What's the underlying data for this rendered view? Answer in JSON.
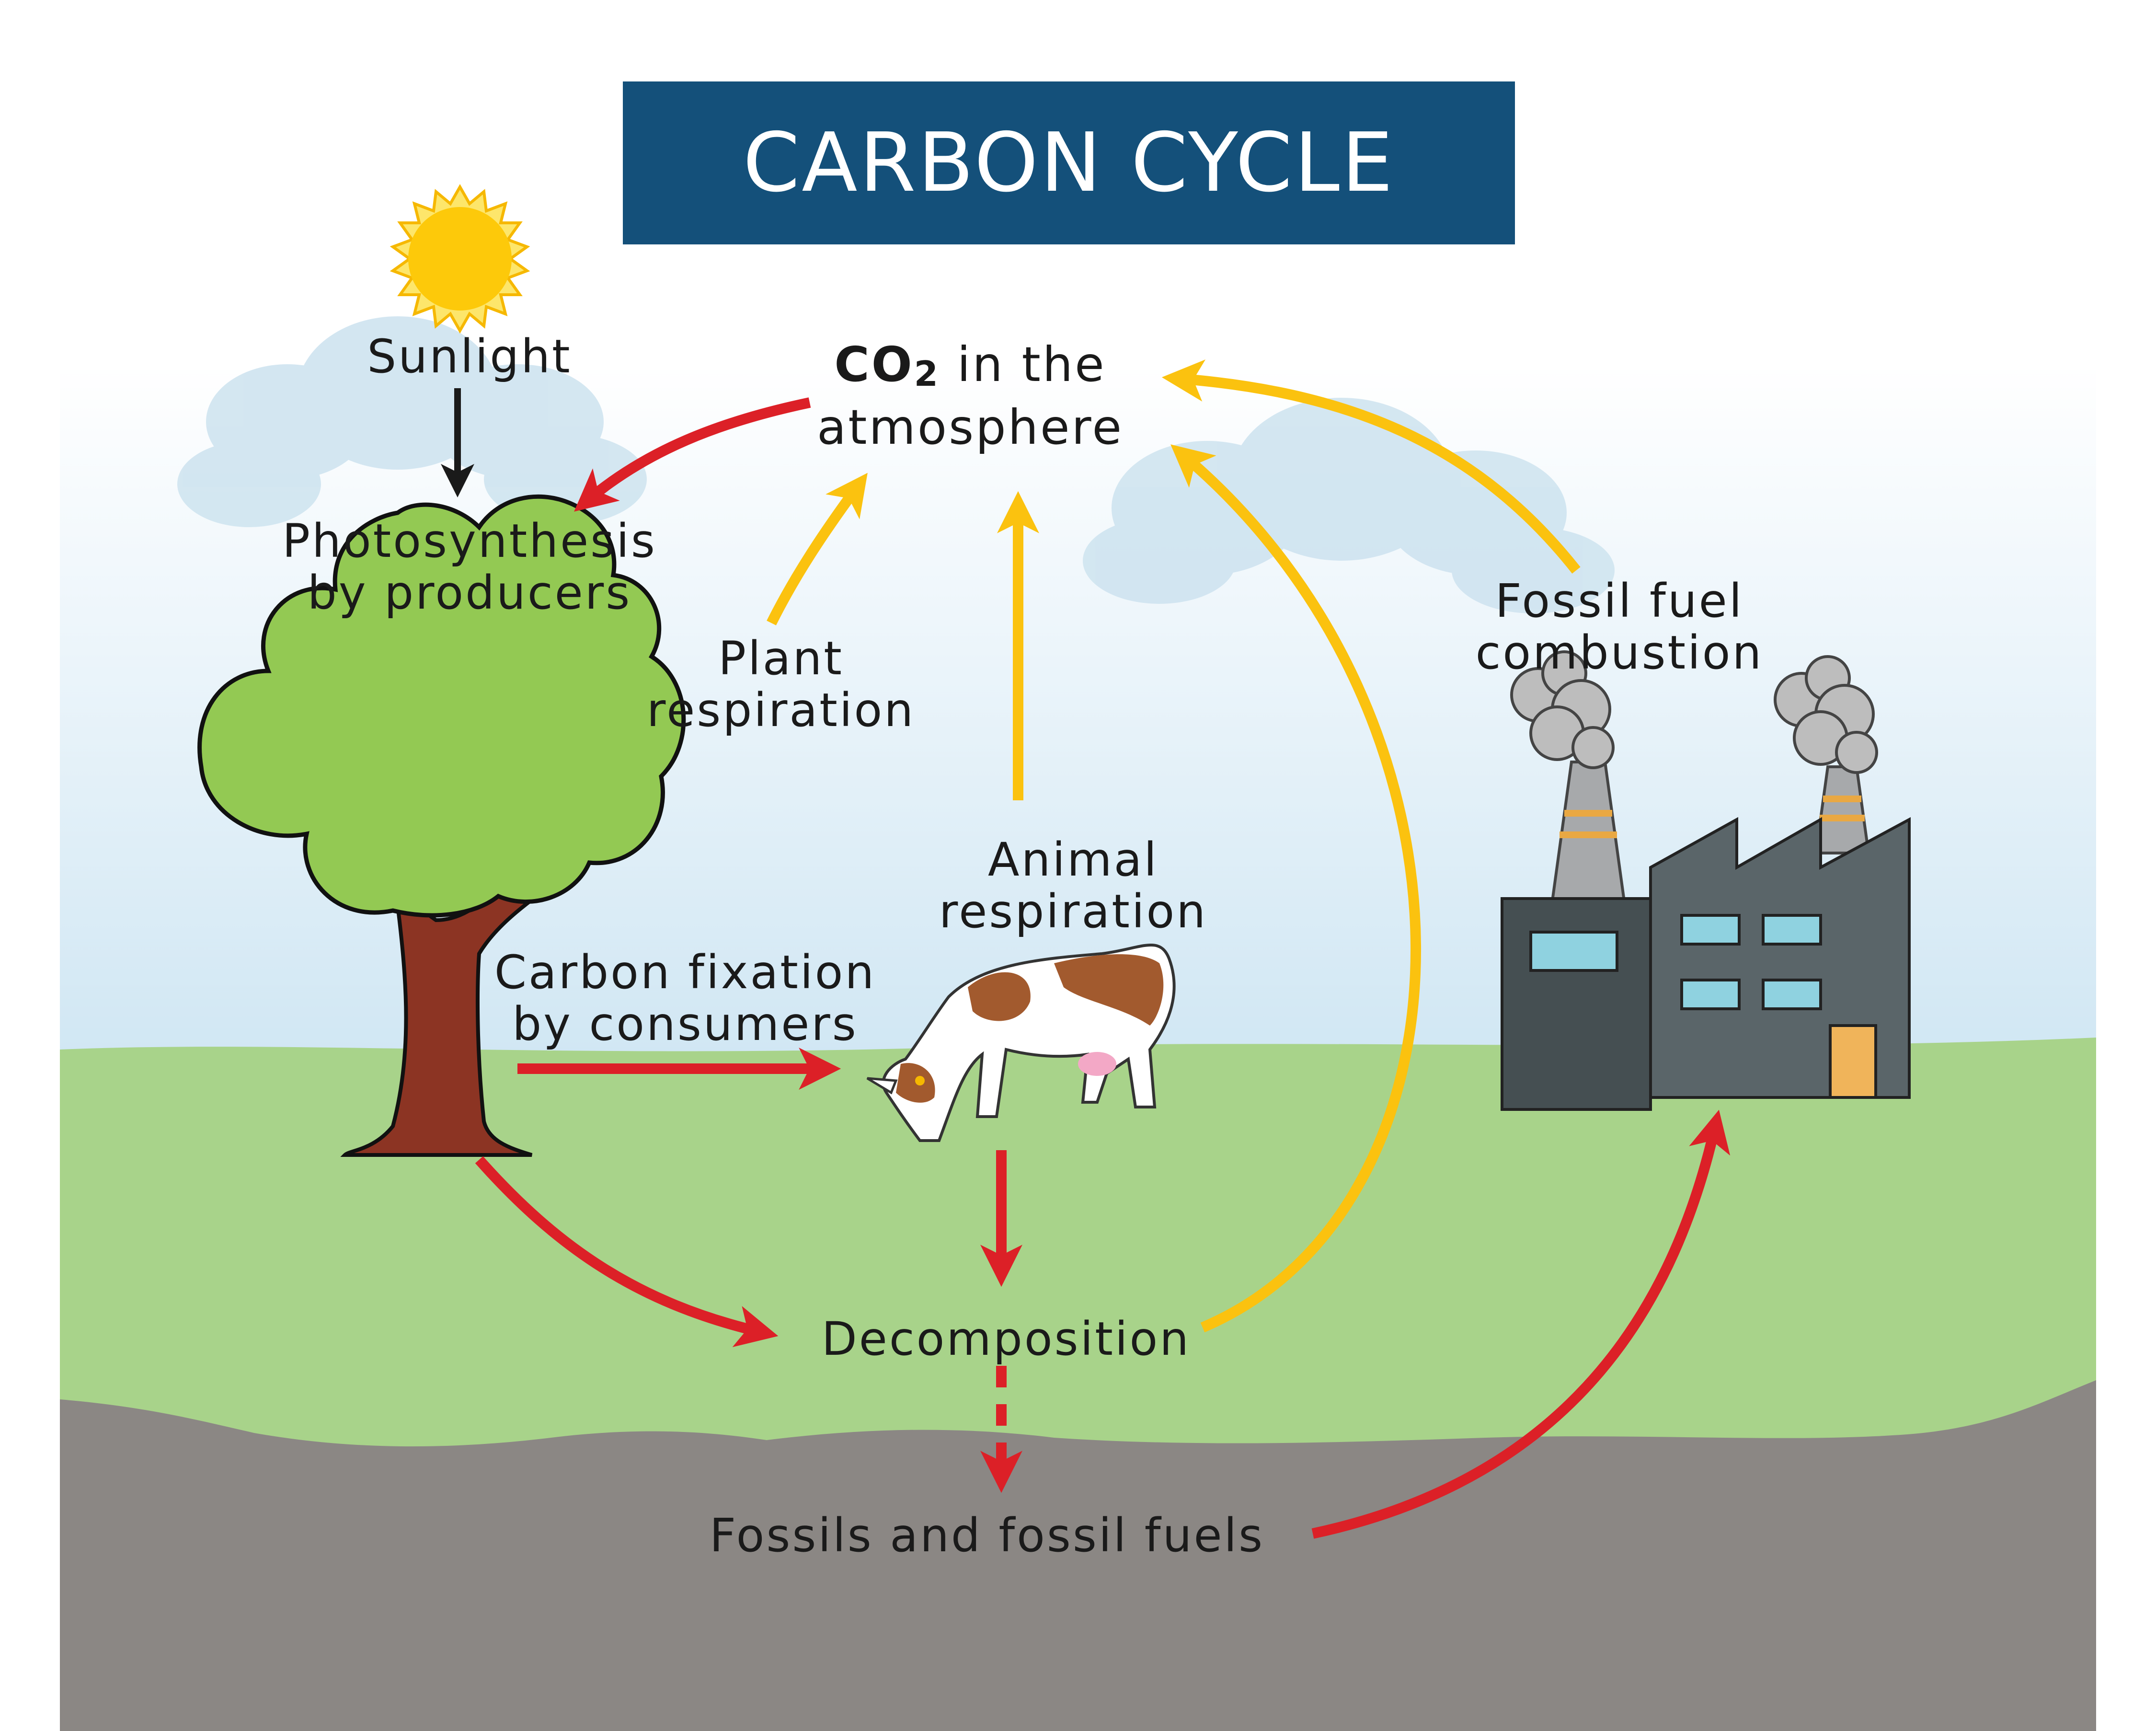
{
  "title": "CARBON CYCLE",
  "labels": {
    "sunlight": "Sunlight",
    "co2_line1_main": "CO",
    "co2_line1_sub": "2",
    "co2_line1_rest": " in the",
    "co2_line2": "atmosphere",
    "photosynthesis_line1": "Photosynthesis",
    "photosynthesis_line2": "by producers",
    "plant_resp_line1": "Plant",
    "plant_resp_line2": "respiration",
    "animal_resp_line1": "Animal",
    "animal_resp_line2": "respiration",
    "fixation_line1": "Carbon fixation",
    "fixation_line2": "by consumers",
    "fossil_comb_line1": "Fossil fuel",
    "fossil_comb_line2": "combustion",
    "decomposition": "Decomposition",
    "fossils": "Fossils and fossil fuels"
  },
  "colors": {
    "title_bg": "#14507a",
    "red_arrow": "#dc2027",
    "yellow_arrow": "#fbc20f",
    "black_arrow": "#1a1a1a",
    "ground": "#8b8784",
    "grass": "#a8d38a",
    "sky": "#d8ebf5",
    "tree_leaves": "#93c953",
    "tree_trunk": "#8c3423",
    "factory": "#505b5e",
    "window": "#8fd2e0",
    "door": "#f0b45a",
    "sun": "#fdc90a"
  },
  "icons": [
    "sun-icon",
    "cloud-icon",
    "tree-icon",
    "cow-icon",
    "factory-icon",
    "smoke-icon"
  ]
}
